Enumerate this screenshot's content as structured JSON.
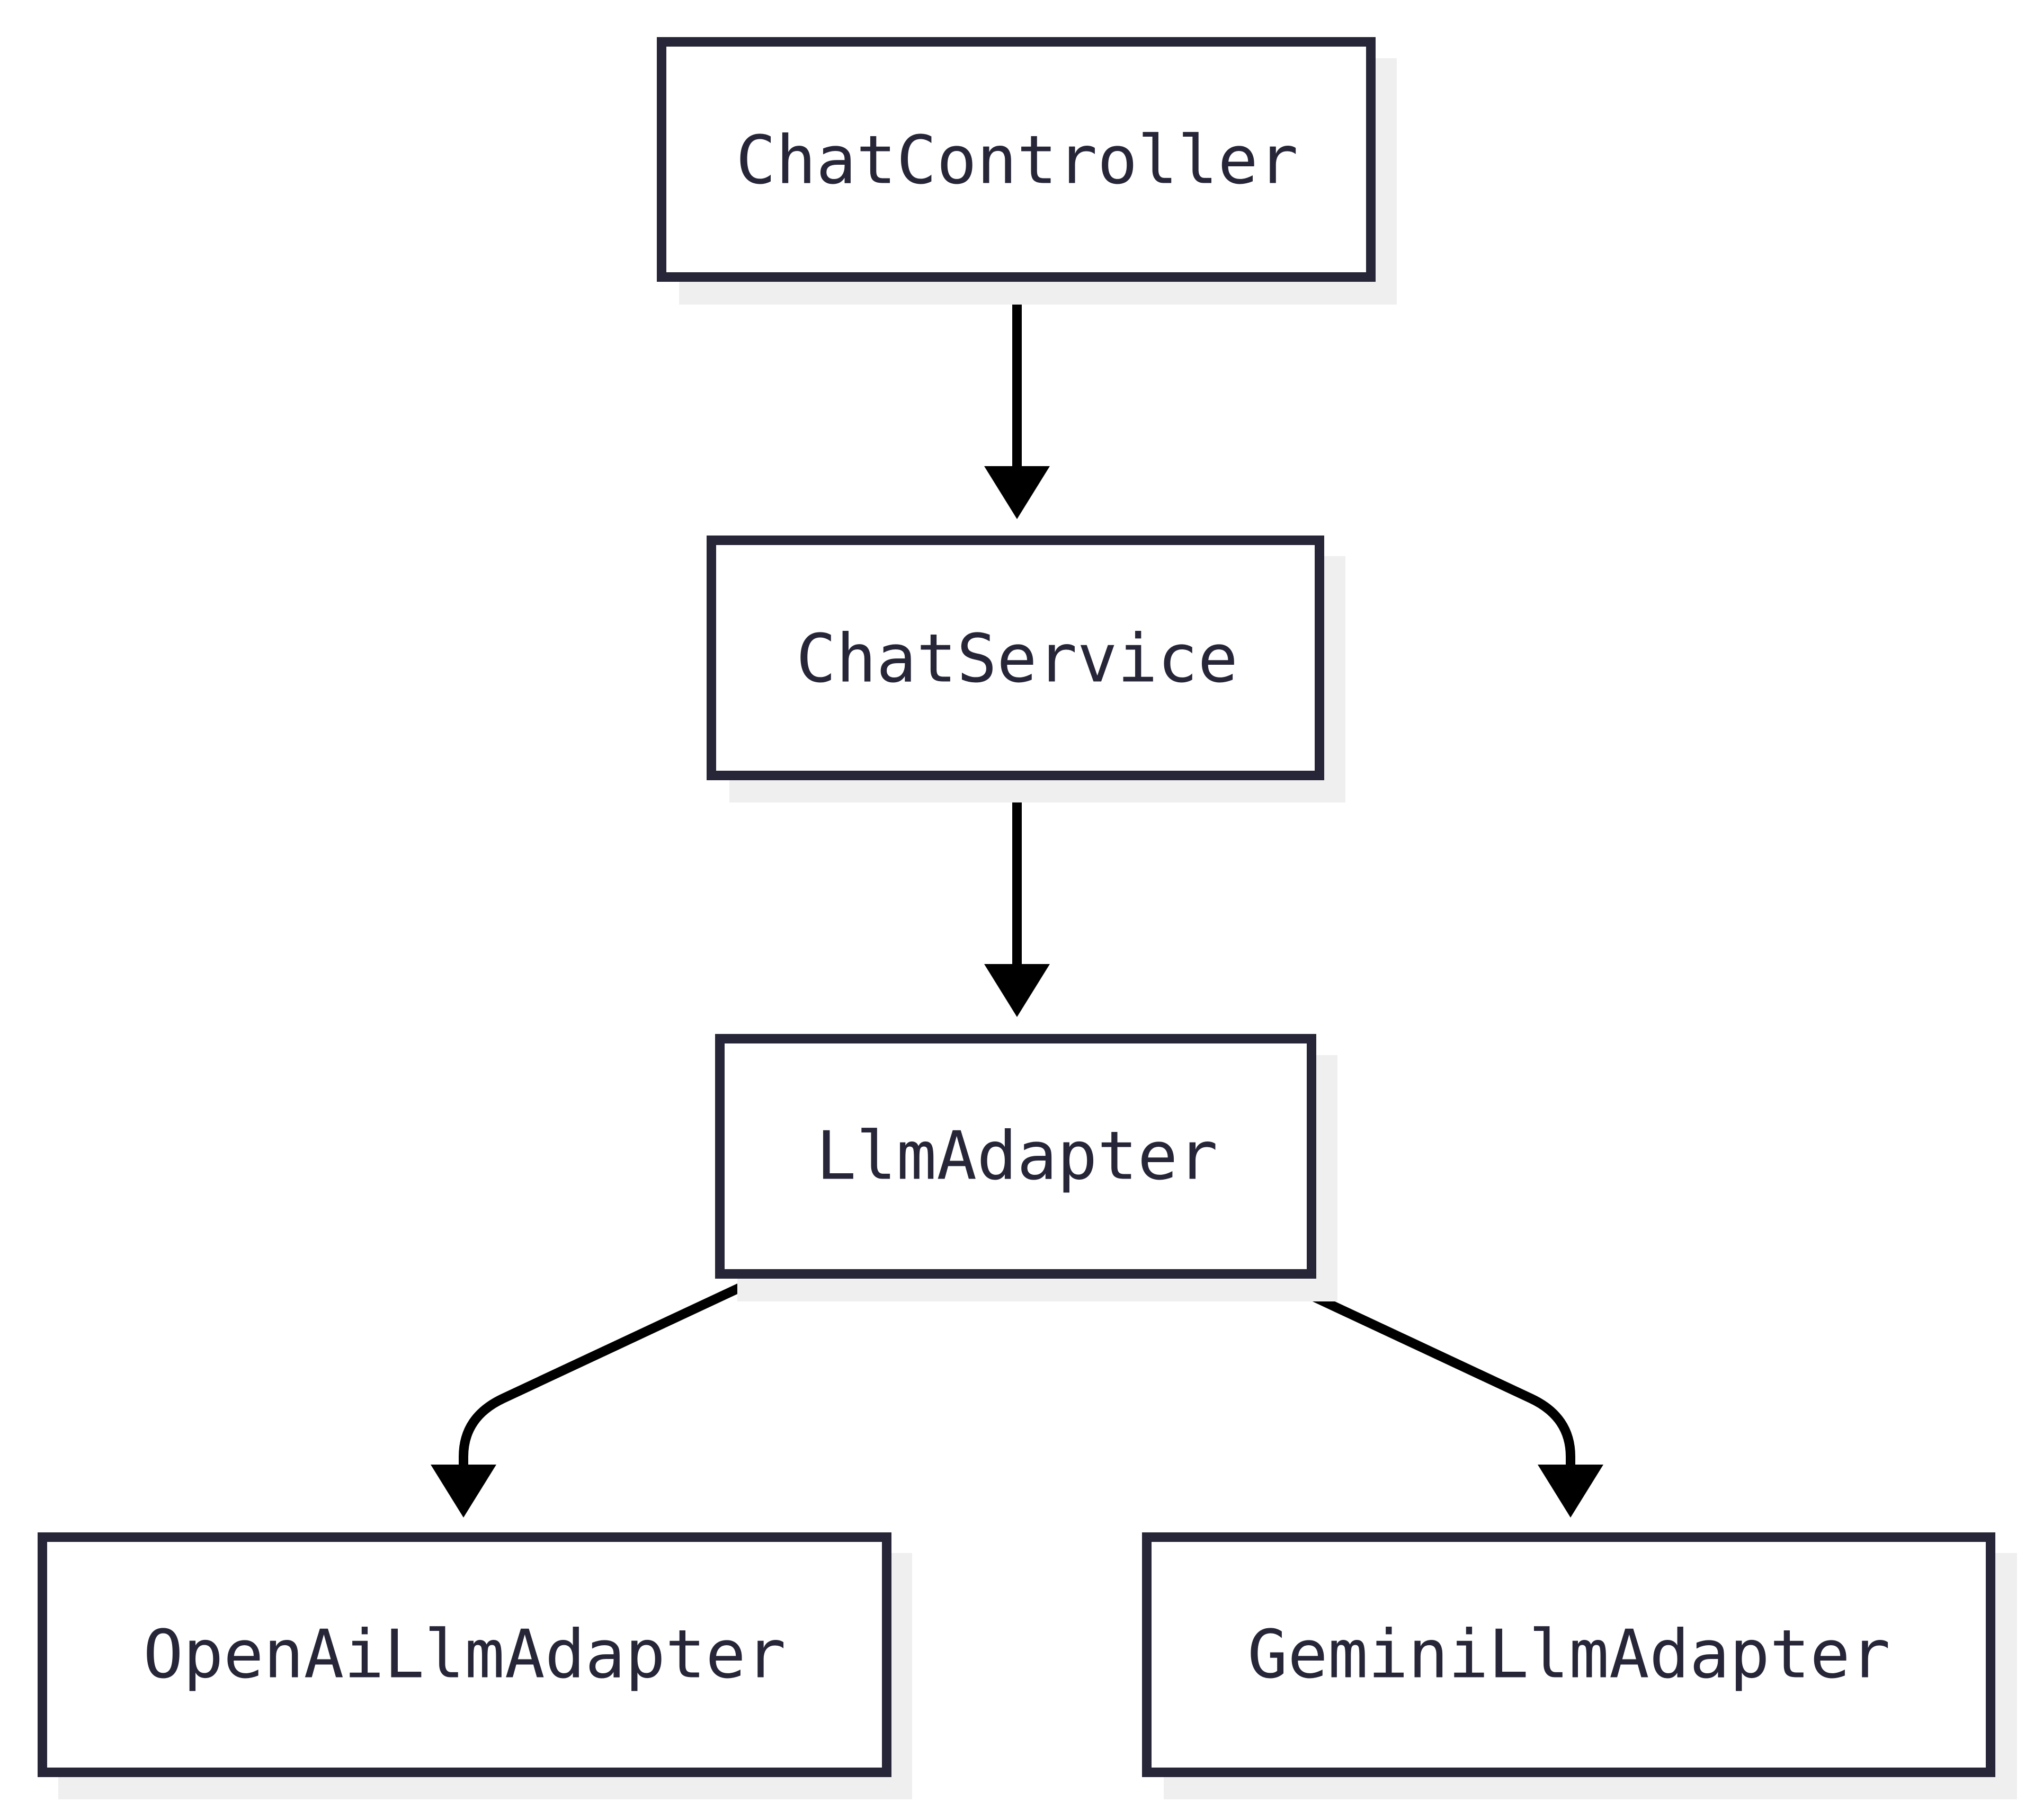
{
  "diagram": {
    "nodes": [
      {
        "id": "chat-controller",
        "label": "ChatController"
      },
      {
        "id": "chat-service",
        "label": "ChatService"
      },
      {
        "id": "llm-adapter",
        "label": "LlmAdapter"
      },
      {
        "id": "openai-llm-adapter",
        "label": "OpenAiLlmAdapter"
      },
      {
        "id": "gemini-llm-adapter",
        "label": "GeminiLlmAdapter"
      }
    ],
    "edges": [
      {
        "from": "chat-controller",
        "to": "chat-service"
      },
      {
        "from": "chat-service",
        "to": "llm-adapter"
      },
      {
        "from": "llm-adapter",
        "to": "openai-llm-adapter"
      },
      {
        "from": "llm-adapter",
        "to": "gemini-llm-adapter"
      }
    ]
  }
}
